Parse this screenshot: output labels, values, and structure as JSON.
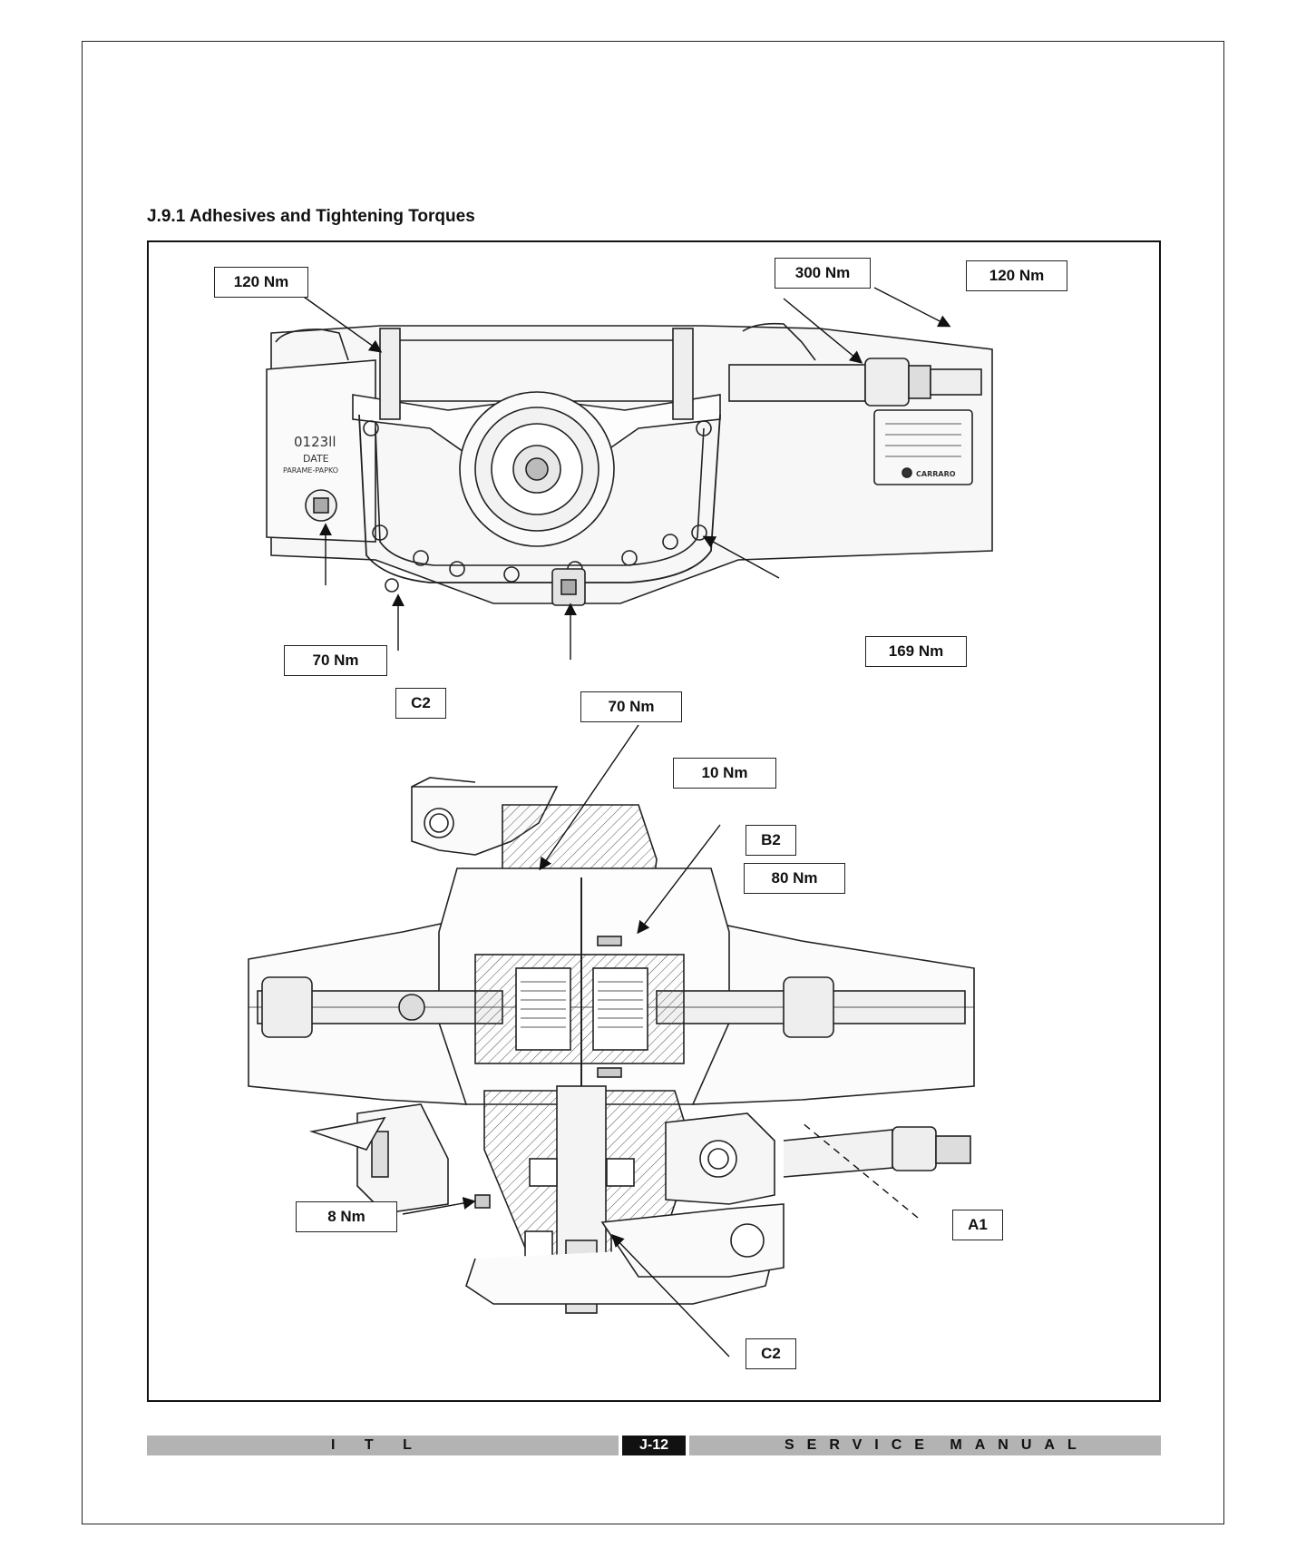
{
  "section": {
    "title": "J.9.1 Adhesives and Tightening Torques"
  },
  "upper_view": {
    "plate_text": [
      "0123ll",
      "DATE",
      "PARAME-PAPKO"
    ],
    "badge_text": "CARRARO"
  },
  "callouts": {
    "upper_120_left": "120 Nm",
    "upper_300": "300 Nm",
    "upper_120_right": "120 Nm",
    "upper_70_left": "70 Nm",
    "upper_c2": "C2",
    "upper_70_center": "70 Nm",
    "upper_169": "169 Nm",
    "lower_10": "10 Nm",
    "lower_b2": "B2",
    "lower_80": "80 Nm",
    "lower_8": "8 Nm",
    "lower_a1": "A1",
    "lower_c2": "C2"
  },
  "footer": {
    "left_text": "I T L",
    "page_number": "J-12",
    "right_text": "SERVICE MANUAL"
  }
}
